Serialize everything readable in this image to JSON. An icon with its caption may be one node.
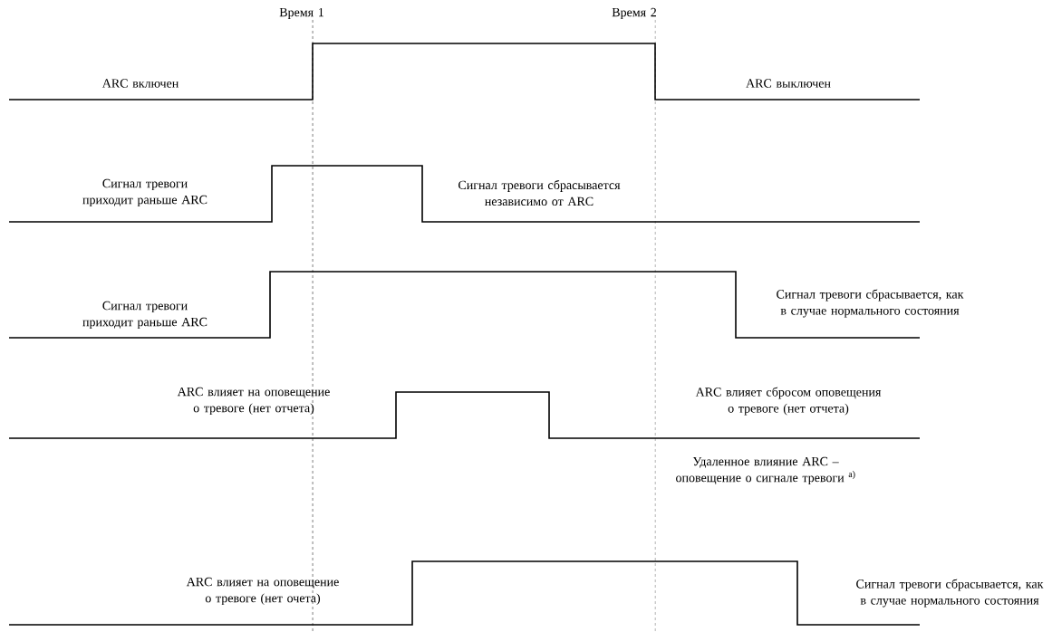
{
  "diagram": {
    "labels": [
      "Время 1",
      "Время 2",
      "ARC включен",
      "ARC выключен",
      "Сигнал тревоги приходит раньше  ARC",
      "Сигнал тревоги сбрасывается независимо от  ARC",
      "Сигнал тревоги приходит раньше ARC",
      "Сигнал тревоги сбрасывается, как в случае нормального состояния",
      "ARC влияет на оповещение о тревоге (нет отчета)",
      "ARC  влияет сбросом оповещения о тревоге (нет отчета)",
      "Удаленное влияние ARC – оповещение о сигнале тревоги $^{а)}$",
      "ARC влияет на оповещение о тревоге (нет очета)",
      "Сигнал тревоги сбрасывается, как в случае нормального состояния"
    ]
  }
}
